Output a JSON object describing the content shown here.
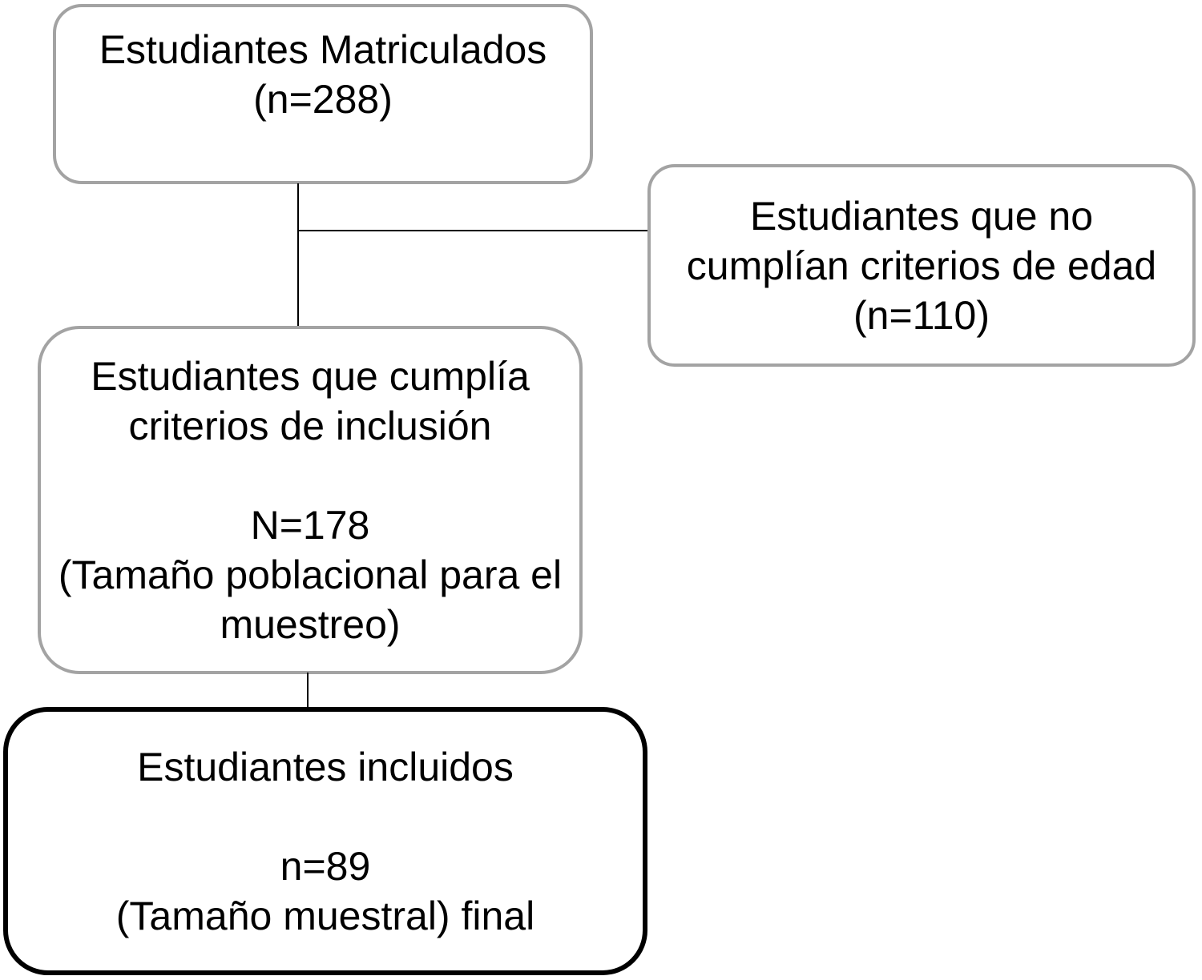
{
  "diagram": {
    "title": "Student enrollment flow diagram",
    "colors": {
      "background": "#ffffff",
      "gray_box_border": "#a3a3a3",
      "black_box_border": "#000000",
      "connector": "#000000",
      "text": "#000000"
    },
    "boxes": [
      {
        "id": "enrolled",
        "text": "Estudiantes Matriculados\n(n=288)"
      },
      {
        "id": "excluded-age",
        "text": "Estudiantes que no\ncumplían criterios de edad\n(n=110)"
      },
      {
        "id": "inclusion-criteria",
        "text": "Estudiantes que cumplía\ncriterios de inclusión\n\nN=178\n(Tamaño poblacional para el\nmuestreo)"
      },
      {
        "id": "included-final",
        "text": "Estudiantes incluidos\n\nn=89\n(Tamaño muestral) final"
      }
    ]
  }
}
